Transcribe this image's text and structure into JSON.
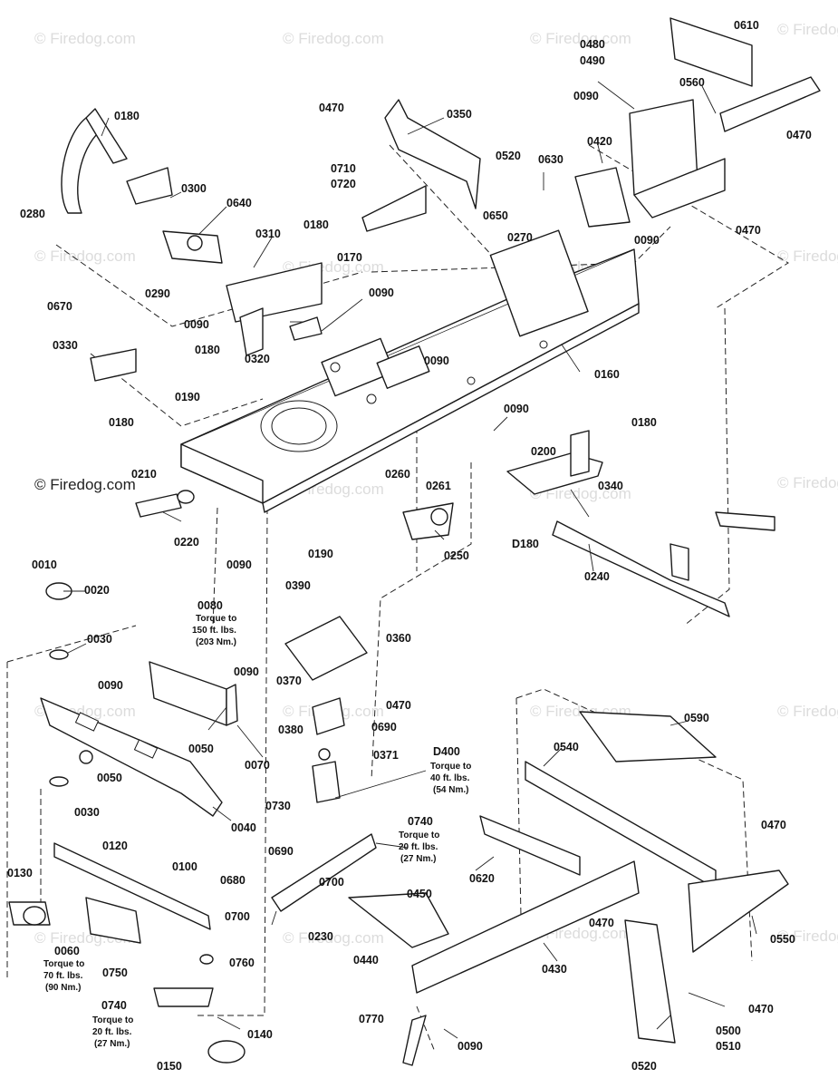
{
  "watermark": "© Firedog.com",
  "brand_text": "© Firedog.com",
  "callouts": [
    {
      "id": "0180",
      "text": "0180"
    },
    {
      "id": "0280",
      "text": "0280"
    },
    {
      "id": "0300",
      "text": "0300"
    },
    {
      "id": "0640",
      "text": "0640"
    },
    {
      "id": "0290",
      "text": "0290"
    },
    {
      "id": "0310",
      "text": "0310"
    },
    {
      "id": "0180b",
      "text": "0180"
    },
    {
      "id": "0170",
      "text": "0170"
    },
    {
      "id": "0090a",
      "text": "0090"
    },
    {
      "id": "0090b",
      "text": "0090"
    },
    {
      "id": "0180c",
      "text": "0180"
    },
    {
      "id": "0320",
      "text": "0320"
    },
    {
      "id": "0470a",
      "text": "0470"
    },
    {
      "id": "0350",
      "text": "0350"
    },
    {
      "id": "0710",
      "text": "0710"
    },
    {
      "id": "0720",
      "text": "0720"
    },
    {
      "id": "0520a",
      "text": "0520"
    },
    {
      "id": "0630",
      "text": "0630"
    },
    {
      "id": "0650",
      "text": "0650"
    },
    {
      "id": "0420",
      "text": "0420"
    },
    {
      "id": "0270",
      "text": "0270"
    },
    {
      "id": "0090c",
      "text": "0090"
    },
    {
      "id": "0480",
      "text": "0480"
    },
    {
      "id": "0490",
      "text": "0490"
    },
    {
      "id": "0610",
      "text": "0610"
    },
    {
      "id": "0560",
      "text": "0560"
    },
    {
      "id": "0090d",
      "text": "0090"
    },
    {
      "id": "0470b",
      "text": "0470"
    },
    {
      "id": "0470c",
      "text": "0470"
    },
    {
      "id": "0670",
      "text": "0670"
    },
    {
      "id": "0330",
      "text": "0330"
    },
    {
      "id": "0180d",
      "text": "0180"
    },
    {
      "id": "0090e",
      "text": "0090"
    },
    {
      "id": "0160",
      "text": "0160"
    },
    {
      "id": "0190a",
      "text": "0190"
    },
    {
      "id": "0090f",
      "text": "0090"
    },
    {
      "id": "0180e",
      "text": "0180"
    },
    {
      "id": "0200",
      "text": "0200"
    },
    {
      "id": "0210",
      "text": "0210"
    },
    {
      "id": "0260",
      "text": "0260"
    },
    {
      "id": "0261",
      "text": "0261"
    },
    {
      "id": "0340",
      "text": "0340"
    },
    {
      "id": "0220",
      "text": "0220"
    },
    {
      "id": "0090g",
      "text": "0090"
    },
    {
      "id": "0190b",
      "text": "0190"
    },
    {
      "id": "0250",
      "text": "0250"
    },
    {
      "id": "D180",
      "text": "D180"
    },
    {
      "id": "0240",
      "text": "0240"
    },
    {
      "id": "0010",
      "text": "0010"
    },
    {
      "id": "0020",
      "text": "0020"
    },
    {
      "id": "0080",
      "text": "0080"
    },
    {
      "id": "0390",
      "text": "0390"
    },
    {
      "id": "0030a",
      "text": "0030"
    },
    {
      "id": "0090h",
      "text": "0090"
    },
    {
      "id": "0090i",
      "text": "0090"
    },
    {
      "id": "0360",
      "text": "0360"
    },
    {
      "id": "0370",
      "text": "0370"
    },
    {
      "id": "0470d",
      "text": "0470"
    },
    {
      "id": "0690a",
      "text": "0690"
    },
    {
      "id": "0050a",
      "text": "0050"
    },
    {
      "id": "0380",
      "text": "0380"
    },
    {
      "id": "0371",
      "text": "0371"
    },
    {
      "id": "0070",
      "text": "0070"
    },
    {
      "id": "0050b",
      "text": "0050"
    },
    {
      "id": "0730",
      "text": "0730"
    },
    {
      "id": "D400",
      "text": "D400"
    },
    {
      "id": "0590",
      "text": "0590"
    },
    {
      "id": "0540",
      "text": "0540"
    },
    {
      "id": "0030b",
      "text": "0030"
    },
    {
      "id": "0040",
      "text": "0040"
    },
    {
      "id": "0470e",
      "text": "0470"
    },
    {
      "id": "0740a",
      "text": "0740"
    },
    {
      "id": "0120",
      "text": "0120"
    },
    {
      "id": "0690b",
      "text": "0690"
    },
    {
      "id": "0620",
      "text": "0620"
    },
    {
      "id": "0130",
      "text": "0130"
    },
    {
      "id": "0100",
      "text": "0100"
    },
    {
      "id": "0700a",
      "text": "0700"
    },
    {
      "id": "0680",
      "text": "0680"
    },
    {
      "id": "0450",
      "text": "0450"
    },
    {
      "id": "0060",
      "text": "0060"
    },
    {
      "id": "0700b",
      "text": "0700"
    },
    {
      "id": "0230",
      "text": "0230"
    },
    {
      "id": "0440",
      "text": "0440"
    },
    {
      "id": "0470f",
      "text": "0470"
    },
    {
      "id": "0550",
      "text": "0550"
    },
    {
      "id": "0750",
      "text": "0750"
    },
    {
      "id": "0760",
      "text": "0760"
    },
    {
      "id": "0430",
      "text": "0430"
    },
    {
      "id": "0470g",
      "text": "0470"
    },
    {
      "id": "0740b",
      "text": "0740"
    },
    {
      "id": "0140",
      "text": "0140"
    },
    {
      "id": "0770",
      "text": "0770"
    },
    {
      "id": "0090j",
      "text": "0090"
    },
    {
      "id": "0500",
      "text": "0500"
    },
    {
      "id": "0510",
      "text": "0510"
    },
    {
      "id": "0150",
      "text": "0150"
    },
    {
      "id": "0520b",
      "text": "0520"
    }
  ],
  "notes": [
    {
      "id": "torque-0080",
      "lines": [
        "Torque to",
        "150 ft. lbs.",
        "(203 Nm.)"
      ]
    },
    {
      "id": "torque-D400",
      "lines": [
        "Torque to",
        "40 ft. lbs.",
        "(54 Nm.)"
      ]
    },
    {
      "id": "torque-0740a",
      "lines": [
        "Torque to",
        "20 ft. lbs.",
        "(27 Nm.)"
      ]
    },
    {
      "id": "torque-0060",
      "lines": [
        "Torque to",
        "70 ft. lbs.",
        "(90 Nm.)"
      ]
    },
    {
      "id": "torque-0740b",
      "lines": [
        "Torque to",
        "20 ft. lbs.",
        "(27 Nm.)"
      ]
    }
  ]
}
